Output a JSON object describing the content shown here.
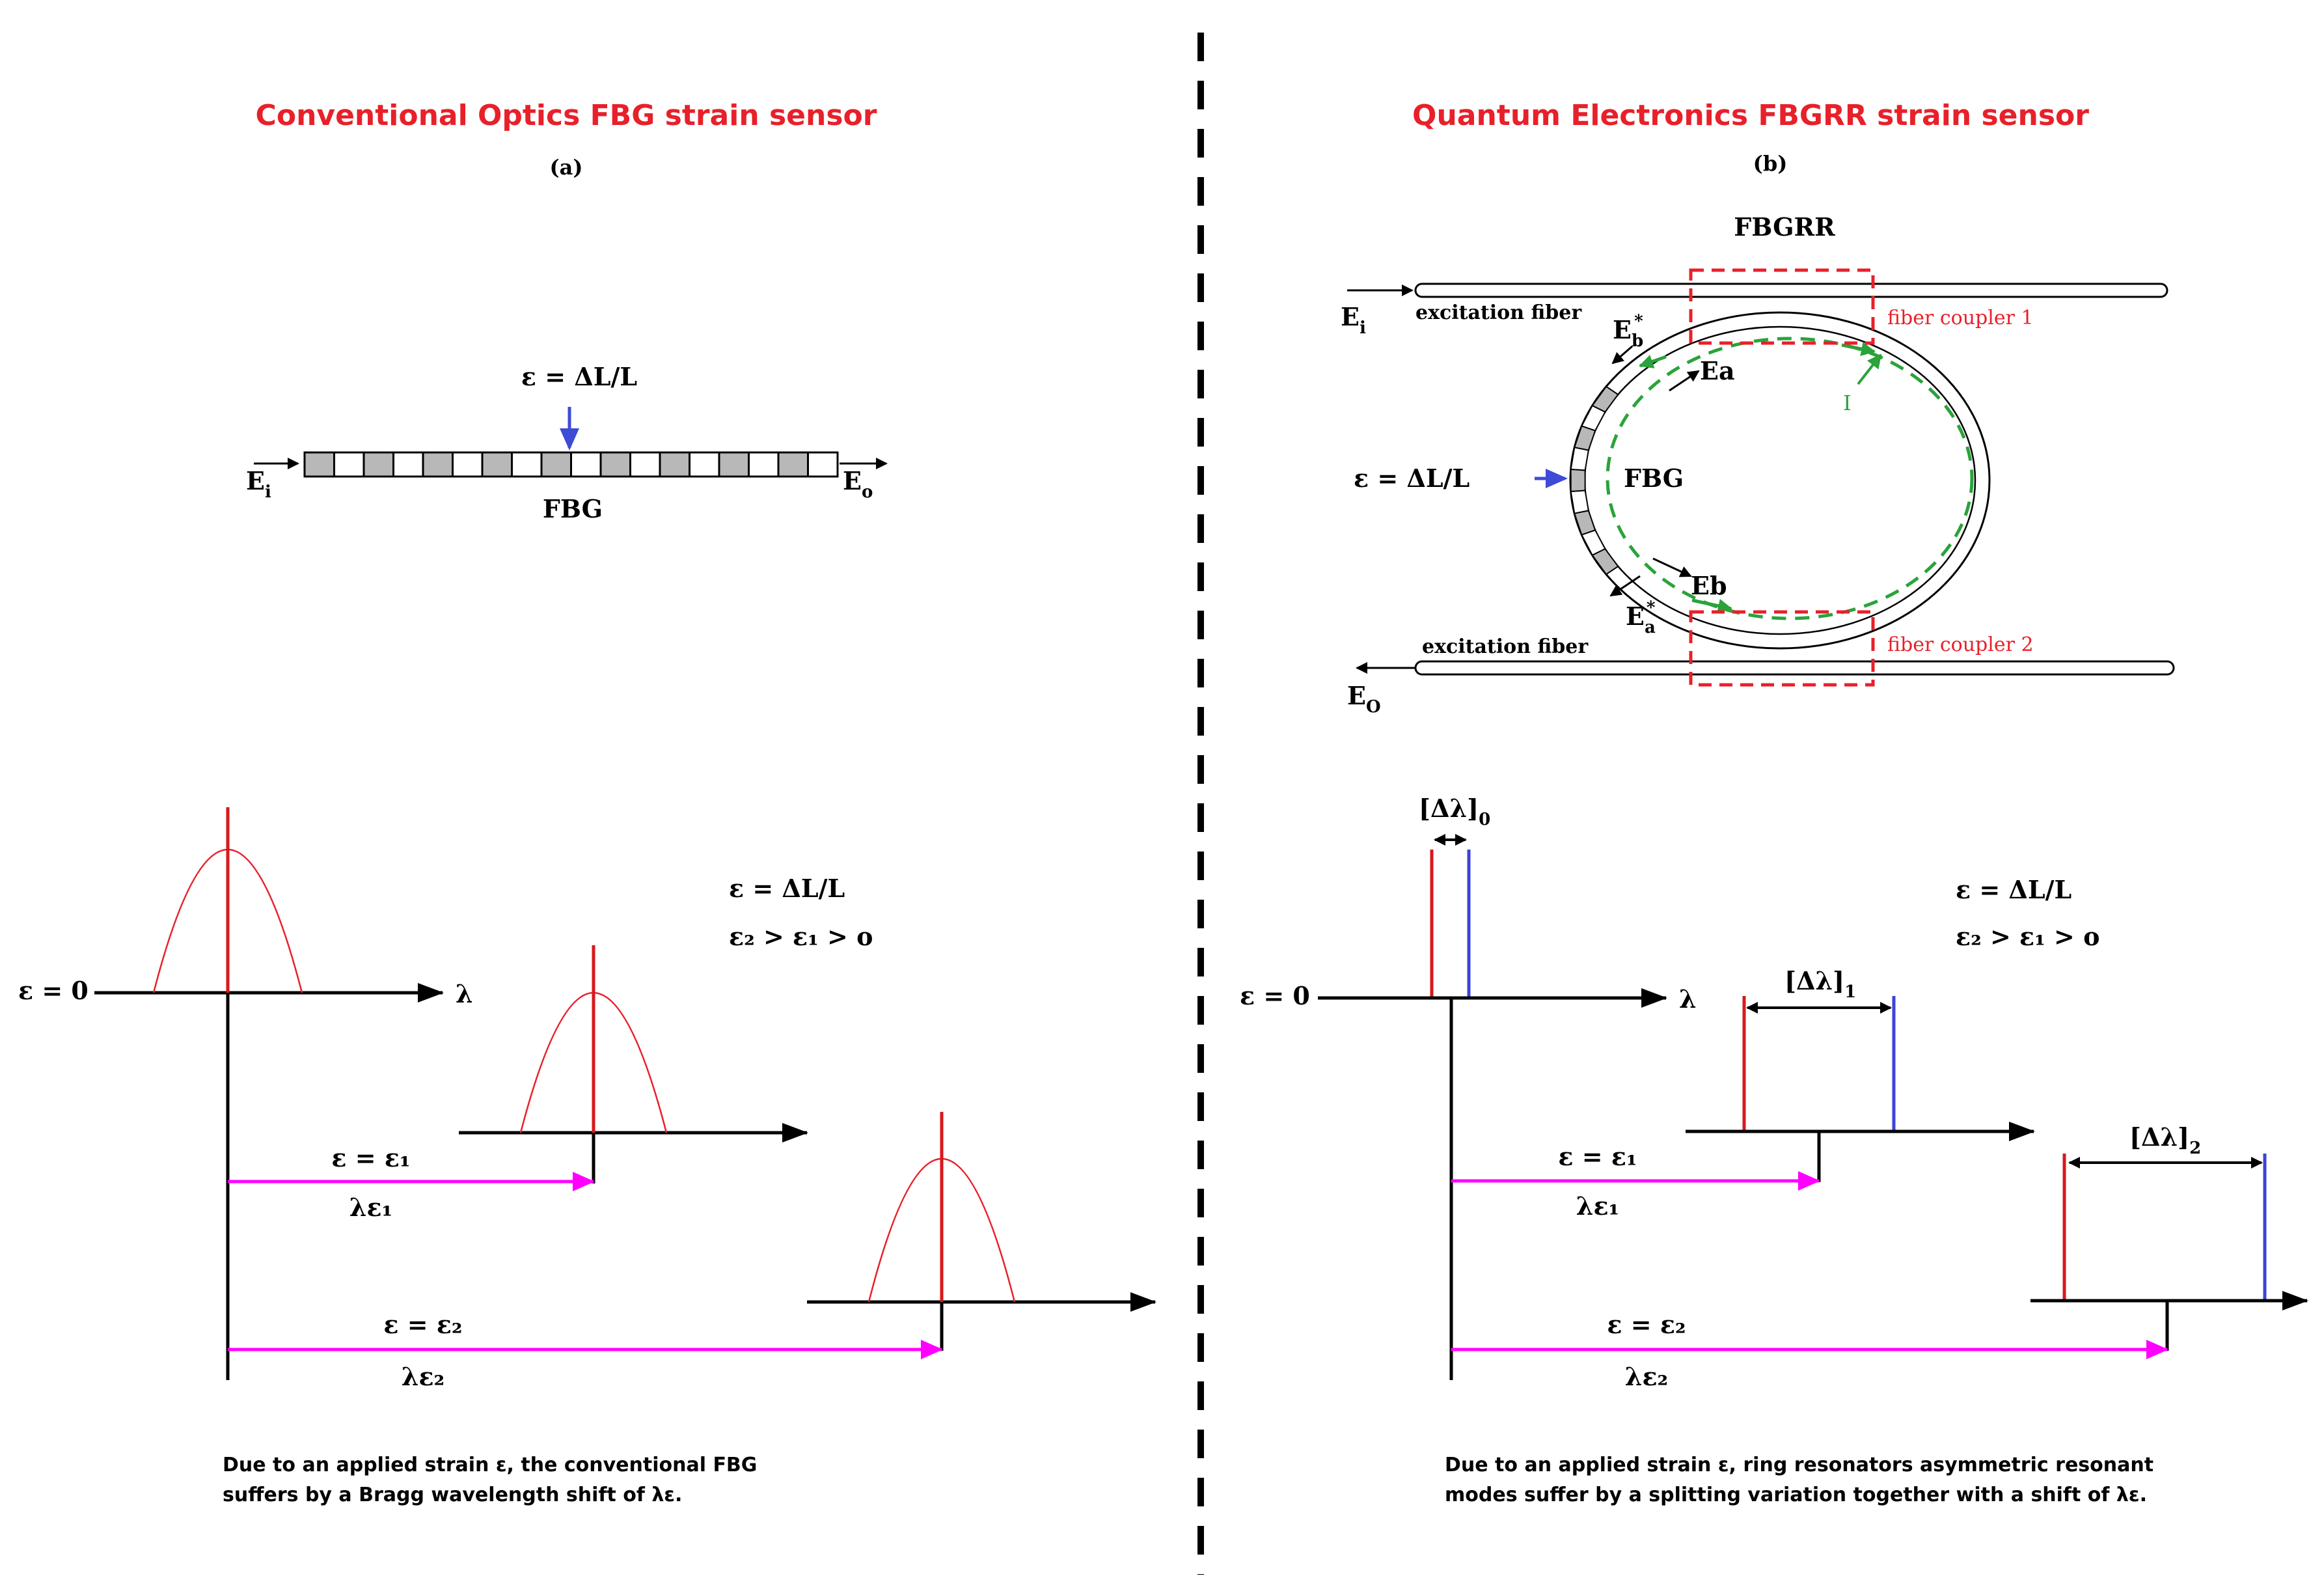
{
  "left": {
    "title": "Conventional Optics FBG strain sensor",
    "sublabel": "(a)",
    "strain_label": "ε = ΔL/L",
    "fbg_label": "FBG",
    "input_label": "E",
    "input_sub": "i",
    "output_label": "E",
    "output_sub": "o",
    "zero_strain": "ε = 0",
    "lambda_label": "λ",
    "condition_1": "ε = ΔL/L",
    "condition_2": "ε₂ > ε₁ > o",
    "eps1_label": "ε = ε₁",
    "lam1_label": "λε₁",
    "eps2_label": "ε = ε₂",
    "lam2_label": "λε₂",
    "caption_line1": "Due to an applied strain ε, the conventional FBG",
    "caption_line2": "suffers by a Bragg wavelength shift of λε."
  },
  "right": {
    "title": "Quantum Electronics FBGRR strain sensor",
    "sublabel": "(b)",
    "device_label": "FBGRR",
    "input_label": "E",
    "input_sub": "i",
    "output_label": "E",
    "output_sub": "O",
    "fiber_top": "excitation fiber",
    "fiber_bottom": "excitation fiber",
    "coupler_1": "fiber coupler 1",
    "coupler_2": "fiber coupler 2",
    "eb_star": "E",
    "eb_star_sub": "b",
    "ea_label": "Ea",
    "eb_label": "Eb",
    "ea_star": "E",
    "ea_star_sub": "a",
    "strain_label": "ε = ΔL/L",
    "fbg_label": "FBG",
    "current_label": "I",
    "delta0": "[Δλ]",
    "delta0_sub": "0",
    "delta1": "[Δλ]",
    "delta1_sub": "1",
    "delta2": "[Δλ]",
    "delta2_sub": "2",
    "zero_strain": "ε = 0",
    "lambda_label": "λ",
    "condition_1": "ε = ΔL/L",
    "condition_2": "ε₂ > ε₁ > o",
    "eps1_label": "ε = ε₁",
    "lam1_label": "λε₁",
    "eps2_label": "ε = ε₂",
    "lam2_label": "λε₂",
    "caption_line1": "Due to an applied strain ε, ring resonators asymmetric resonant",
    "caption_line2": "modes suffer by a splitting variation together with a shift of λε."
  },
  "colors": {
    "title": "#e8202a",
    "peak_red": "#d7191c",
    "peak_blue": "#3b44d8",
    "arrow_magenta": "#ff00ff",
    "strain_arrow": "#3d4bd6",
    "coupler_box": "#e8202a",
    "mode_green": "#2aa33a",
    "grating_gray": "#b8b8b8"
  }
}
